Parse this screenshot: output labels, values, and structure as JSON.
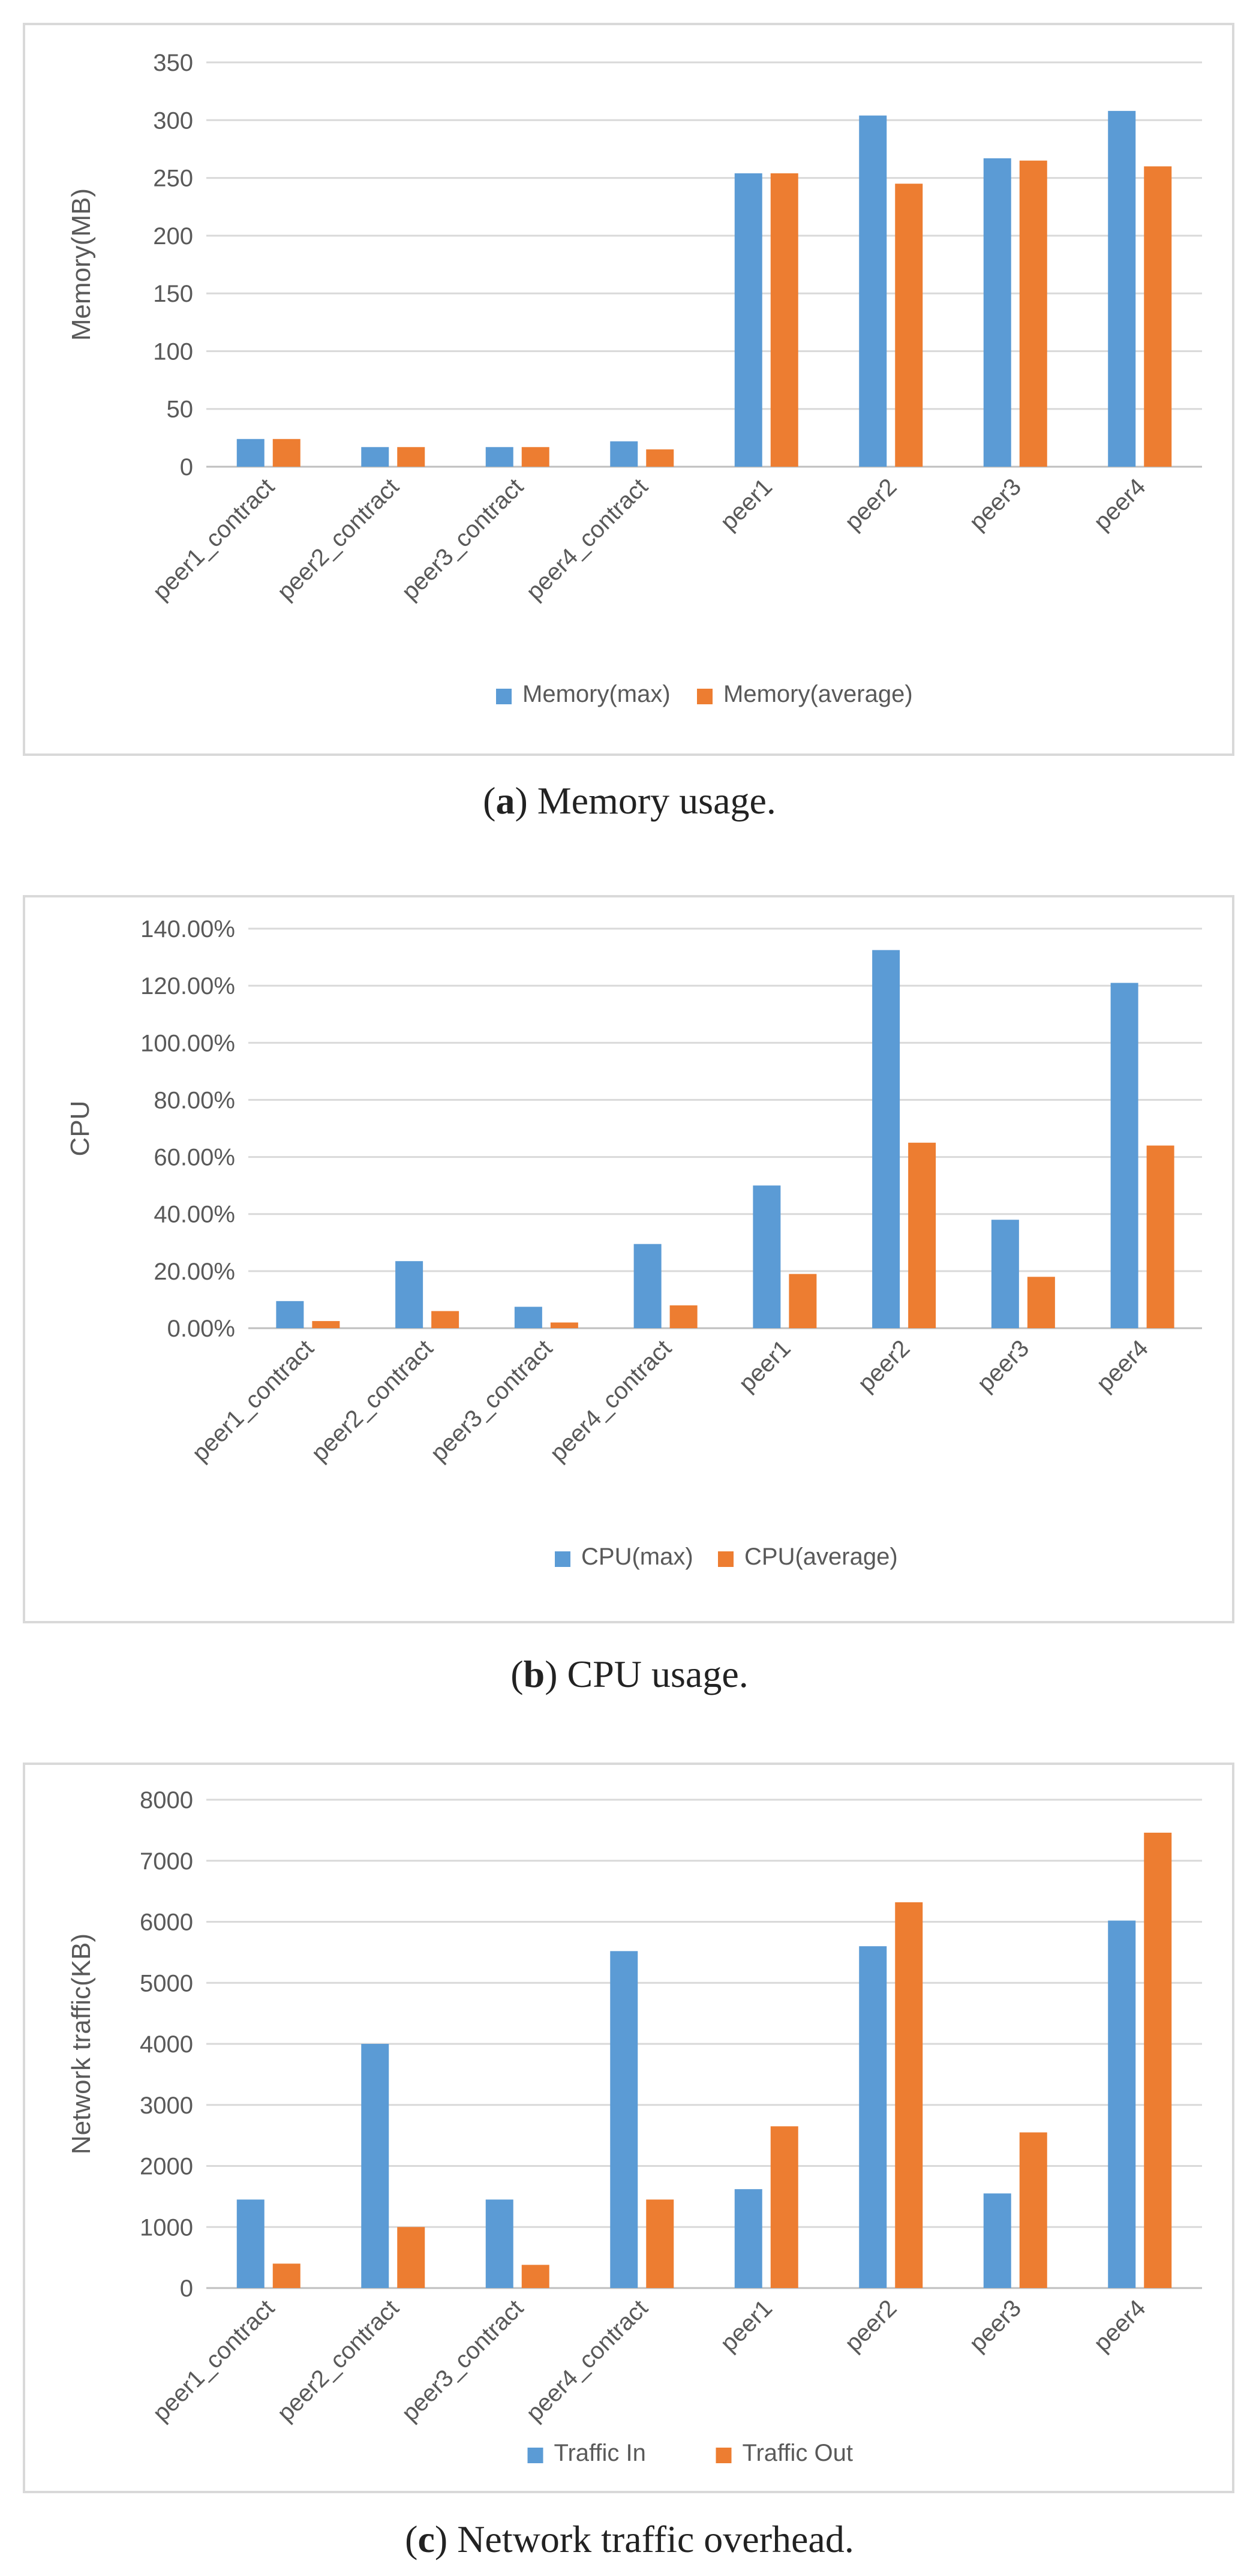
{
  "captions": [
    {
      "letter": "a",
      "prefix": "(",
      "suffix": ") Memory usage."
    },
    {
      "letter": "b",
      "prefix": "(",
      "suffix": ") CPU usage."
    },
    {
      "letter": "c",
      "prefix": "(",
      "suffix": ") Network traffic overhead."
    }
  ],
  "colors": {
    "series1": "#5b9bd5",
    "series2": "#ed7d31",
    "grid": "#d9d9d9",
    "text": "#595959"
  },
  "chart_data": [
    {
      "type": "bar",
      "categories": [
        "peer1_contract",
        "peer2_contract",
        "peer3_contract",
        "peer4_contract",
        "peer1",
        "peer2",
        "peer3",
        "peer4"
      ],
      "series": [
        {
          "name": "Memory(max)",
          "values": [
            24,
            17,
            17,
            22,
            254,
            304,
            267,
            308
          ]
        },
        {
          "name": "Memory(average)",
          "values": [
            24,
            17,
            17,
            15,
            254,
            245,
            265,
            260
          ]
        }
      ],
      "ylabel": "Memory(MB)",
      "ylim": [
        0,
        350
      ],
      "yticks": [
        0,
        50,
        100,
        150,
        200,
        250,
        300,
        350
      ],
      "ytick_labels": [
        "0",
        "50",
        "100",
        "150",
        "200",
        "250",
        "300",
        "350"
      ],
      "grid": true,
      "legend": "bottom-center"
    },
    {
      "type": "bar",
      "categories": [
        "peer1_contract",
        "peer2_contract",
        "peer3_contract",
        "peer4_contract",
        "peer1",
        "peer2",
        "peer3",
        "peer4"
      ],
      "series": [
        {
          "name": "CPU(max)",
          "values": [
            9.5,
            23.5,
            7.5,
            29.5,
            50,
            132.5,
            38,
            121
          ]
        },
        {
          "name": "CPU(average)",
          "values": [
            2.5,
            6,
            2,
            8,
            19,
            65,
            18,
            64
          ]
        }
      ],
      "ylabel": "CPU",
      "ylim": [
        0,
        140
      ],
      "yticks": [
        0,
        20,
        40,
        60,
        80,
        100,
        120,
        140
      ],
      "ytick_labels": [
        "0.00%",
        "20.00%",
        "40.00%",
        "60.00%",
        "80.00%",
        "100.00%",
        "120.00%",
        "140.00%"
      ],
      "grid": true,
      "legend": "bottom-center"
    },
    {
      "type": "bar",
      "categories": [
        "peer1_contract",
        "peer2_contract",
        "peer3_contract",
        "peer4_contract",
        "peer1",
        "peer2",
        "peer3",
        "peer4"
      ],
      "series": [
        {
          "name": "Traffic In",
          "values": [
            1450,
            4000,
            1450,
            5520,
            1620,
            5600,
            1550,
            6020
          ]
        },
        {
          "name": "Traffic Out",
          "values": [
            400,
            1000,
            380,
            1450,
            2650,
            6320,
            2550,
            7460
          ]
        }
      ],
      "ylabel": "Network traffic(KB)",
      "ylim": [
        0,
        8000
      ],
      "yticks": [
        0,
        1000,
        2000,
        3000,
        4000,
        5000,
        6000,
        7000,
        8000
      ],
      "ytick_labels": [
        "0",
        "1000",
        "2000",
        "3000",
        "4000",
        "5000",
        "6000",
        "7000",
        "8000"
      ],
      "grid": true,
      "legend": "bottom-center"
    }
  ]
}
